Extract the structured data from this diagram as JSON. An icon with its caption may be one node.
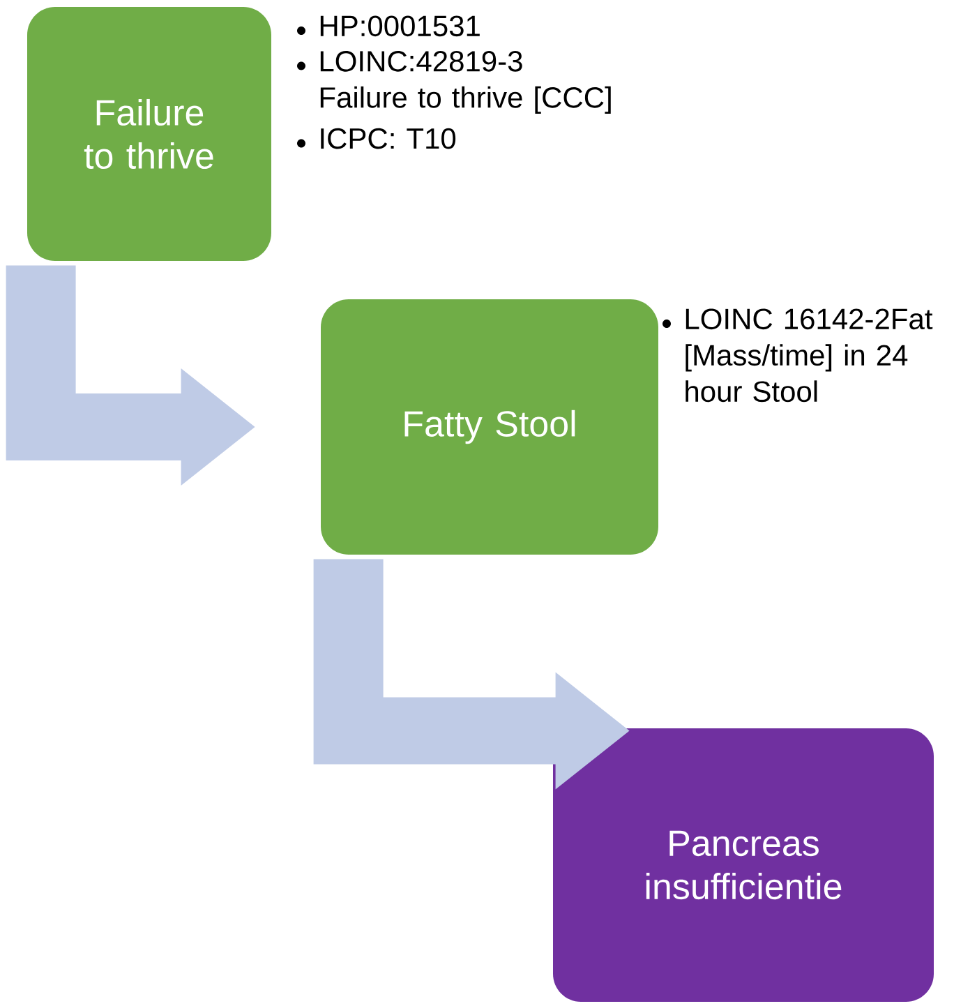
{
  "diagram": {
    "nodes": [
      {
        "text": [
          "Failure to thrive"
        ],
        "beside": [
          "HP:0001531",
          "LOINC:42819-3 Failure to thrive [CCC]",
          "ICPC: T10"
        ]
      },
      {
        "text": [
          "Fatty Stool"
        ],
        "beside": [
          "LOINC 16142-2Fat [Mass/time] in 24 hour Stool"
        ]
      },
      {
        "text": [
          "Pancreas insufficientie"
        ]
      }
    ],
    "edges": [
      {
        "from": 0,
        "to": 1,
        "arrow": "to"
      },
      {
        "from": 1,
        "to": 2,
        "arrow": "to"
      }
    ]
  }
}
